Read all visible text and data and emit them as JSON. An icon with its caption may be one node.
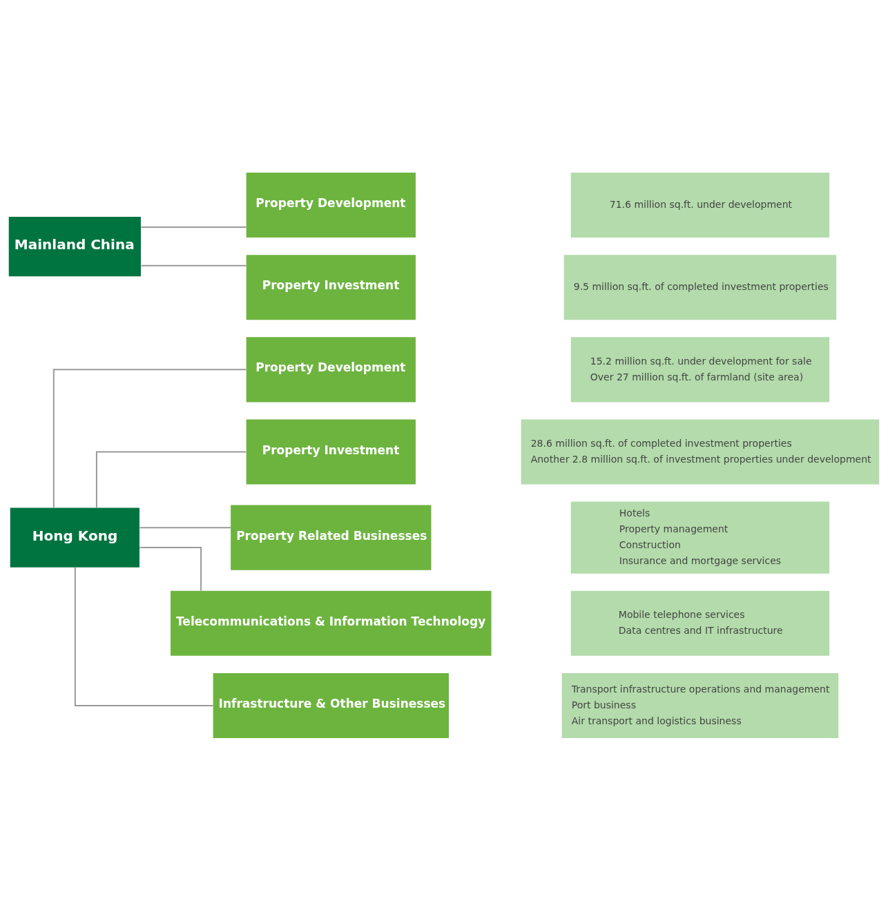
{
  "diagram": {
    "nodes": [
      {
        "text": [
          "Hong Kong"
        ]
      },
      {
        "text": [
          "Property Development"
        ]
      },
      {
        "text": [
          "15.2 million sq.ft. under development for sale",
          "Over 27 million sq.ft. of farmland (site area)"
        ]
      },
      {
        "text": [
          "Property Investment"
        ]
      },
      {
        "text": [
          "28.6 million sq.ft. of completed investment properties",
          "Another 2.8 million sq.ft. of investment properties under development"
        ]
      },
      {
        "text": [
          "Property Related Businesses"
        ]
      },
      {
        "text": [
          "Hotels",
          "Property management",
          "Construction",
          "Insurance and mortgage services"
        ]
      },
      {
        "text": [
          "Telecommunications & Information Technology"
        ]
      },
      {
        "text": [
          "Mobile telephone services",
          "Data centres and IT infrastructure"
        ]
      },
      {
        "text": [
          "Infrastructure & Other Businesses"
        ]
      },
      {
        "text": [
          "Transport infrastructure operations and management",
          "Port business",
          "Air transport and logistics business"
        ]
      },
      {
        "text": [
          "Mainland China"
        ]
      },
      {
        "text": [
          "Property Development"
        ]
      },
      {
        "text": [
          "71.6 million sq.ft. under development"
        ]
      },
      {
        "text": [
          "Property Investment"
        ]
      },
      {
        "text": [
          "9.5 million sq.ft. of completed investment properties"
        ]
      }
    ],
    "edges": [
      {
        "from": 0,
        "to": 1,
        "arrow": "none"
      },
      {
        "from": 0,
        "to": 3,
        "arrow": "none"
      },
      {
        "from": 0,
        "to": 5,
        "arrow": "none"
      },
      {
        "from": 0,
        "to": 7,
        "arrow": "none"
      },
      {
        "from": 0,
        "to": 9,
        "arrow": "none"
      },
      {
        "from": 11,
        "to": 12,
        "arrow": "none"
      },
      {
        "from": 11,
        "to": 14,
        "arrow": "none"
      }
    ]
  }
}
